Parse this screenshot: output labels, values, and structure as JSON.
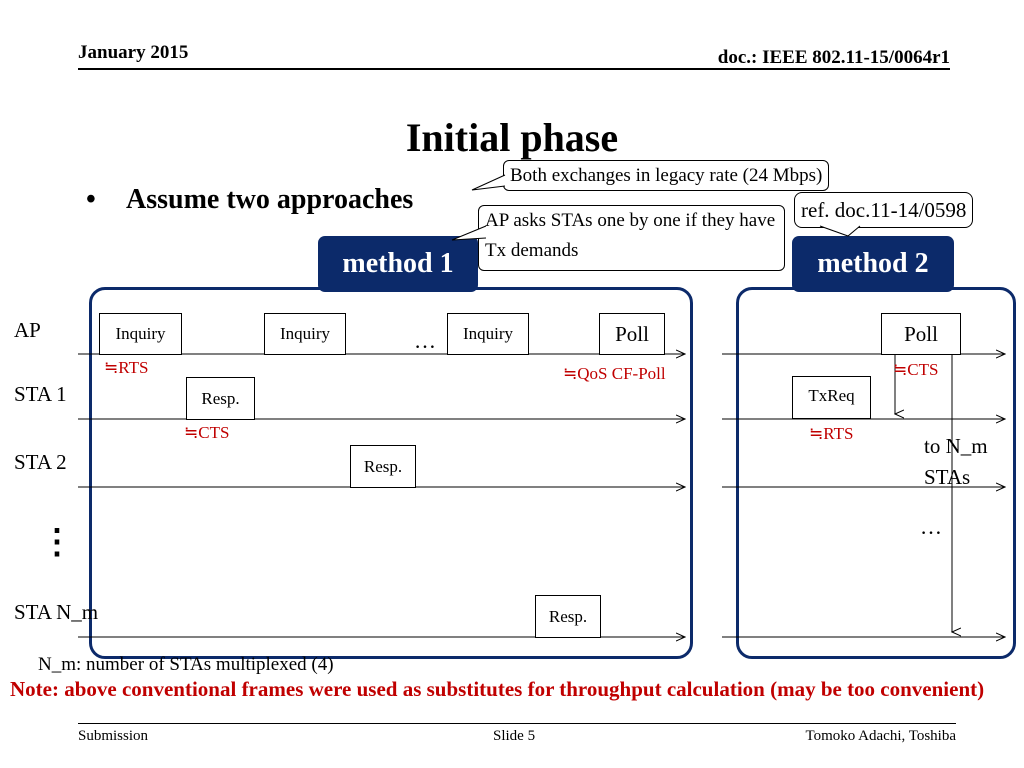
{
  "header": {
    "date": "January 2015",
    "doc": "doc.: IEEE 802.11-15/0064r1"
  },
  "title": "Initial phase",
  "bullet": "Assume two approaches",
  "callouts": {
    "legacy": "Both exchanges in legacy rate (24 Mbps)",
    "ap_asks": "AP asks STAs one by one if they have Tx demands",
    "ref": "ref. doc.11-14/0598"
  },
  "methods": {
    "m1": "method 1",
    "m2": "method 2"
  },
  "nodes": {
    "ap": "AP",
    "sta1": "STA 1",
    "sta2": "STA 2",
    "vdots": "⋮",
    "stam": "STA N_m"
  },
  "frames": {
    "inquiry": "Inquiry",
    "poll": "Poll",
    "resp": "Resp.",
    "txreq": "TxReq",
    "ellipsis": "…"
  },
  "labels": {
    "rts": "≒RTS",
    "cts": "≒CTS",
    "qos": "≒QoS CF-Poll",
    "to_nm": "to N_m STAs"
  },
  "definition": "N_m: number of STAs multiplexed (4)",
  "note": "Note: above conventional frames were used as substitutes for throughput calculation  (may be too convenient)",
  "footer": {
    "left": "Submission",
    "center": "Slide 5",
    "right": "Tomoko Adachi, Toshiba"
  },
  "colors": {
    "navy": "#0c2a6a",
    "red": "#c00000"
  }
}
